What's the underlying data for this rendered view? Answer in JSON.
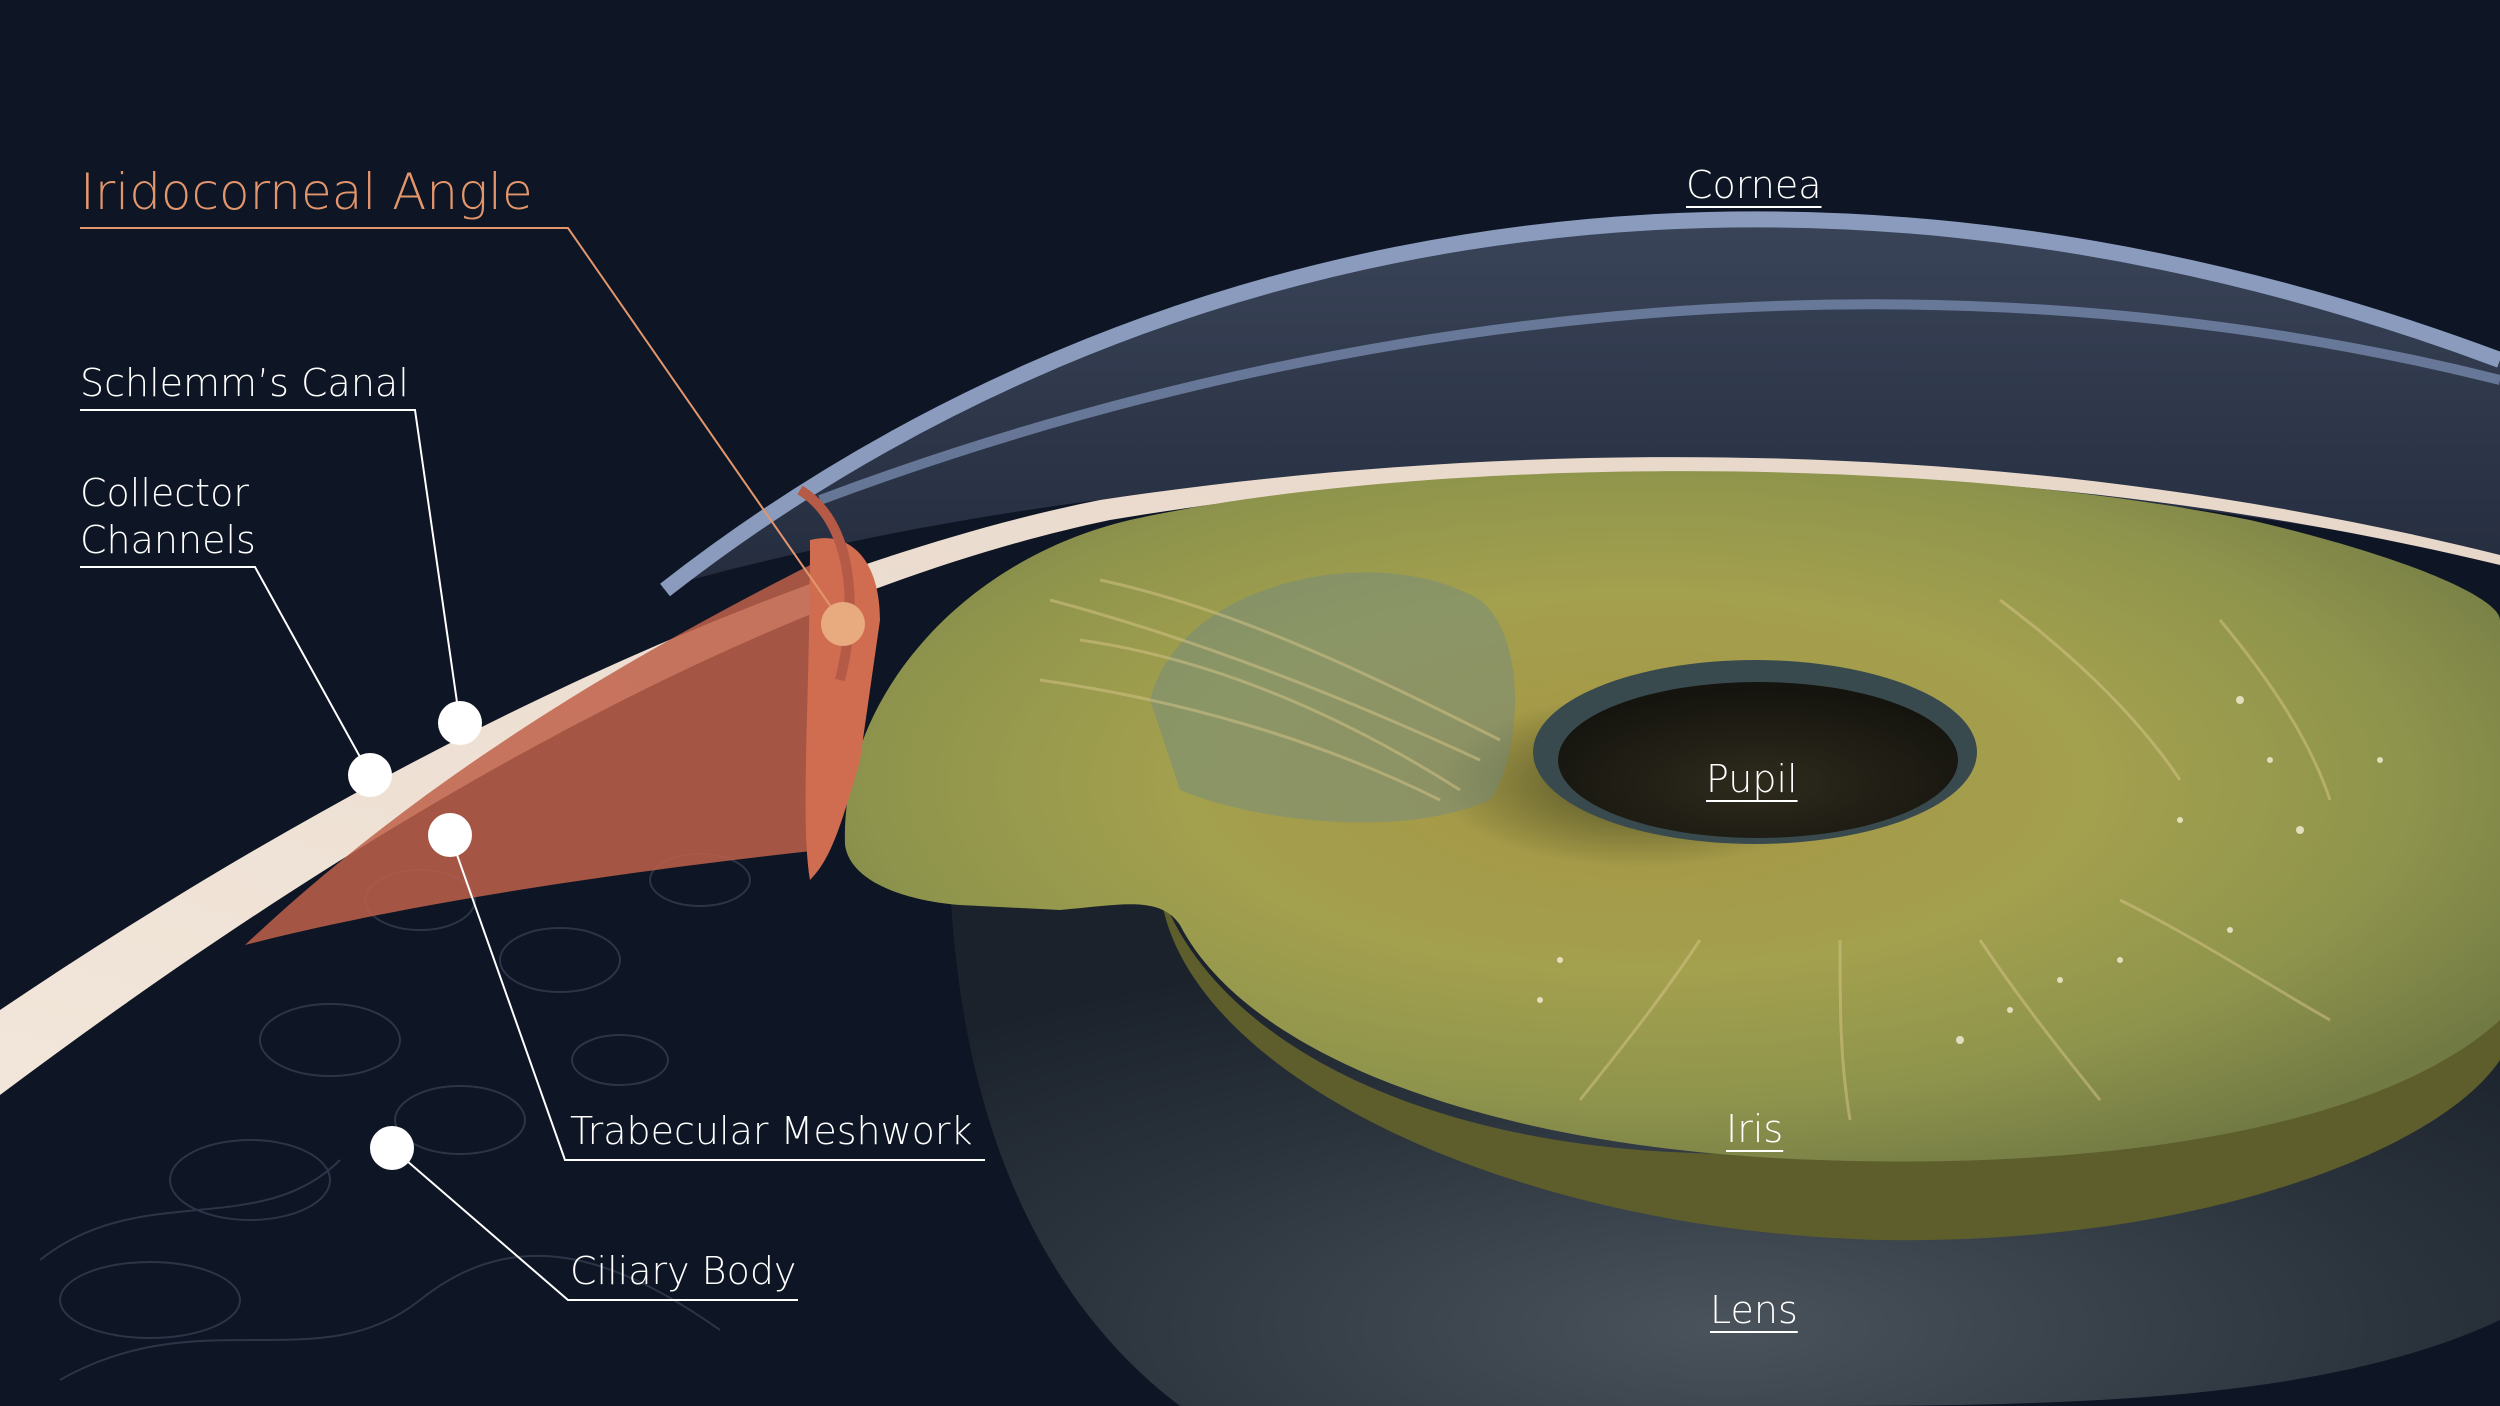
{
  "title": "Iridocorneal Angle",
  "labels": {
    "schlemms_canal": "Schlemm’s Canal",
    "collector_line1": "Collector",
    "collector_line2": "Channels",
    "trabecular_meshwork": "Trabecular Meshwork",
    "ciliary_body": "Ciliary Body",
    "cornea": "Cornea",
    "pupil": "Pupil",
    "iris": "Iris",
    "lens": "Lens"
  },
  "colors": {
    "background": "#0e1524",
    "title_accent": "#e3966c",
    "angle_fill": "#c0604a",
    "sclera": "#efe2d6",
    "cornea_edge": "#8a9bbd",
    "iris_base": "#8c8e48",
    "iris_rim": "#5d5e2c",
    "lens": "#2a323c",
    "pupil": "#211f17",
    "marker": "#ffffff",
    "marker_accent": "#e8ab80"
  }
}
